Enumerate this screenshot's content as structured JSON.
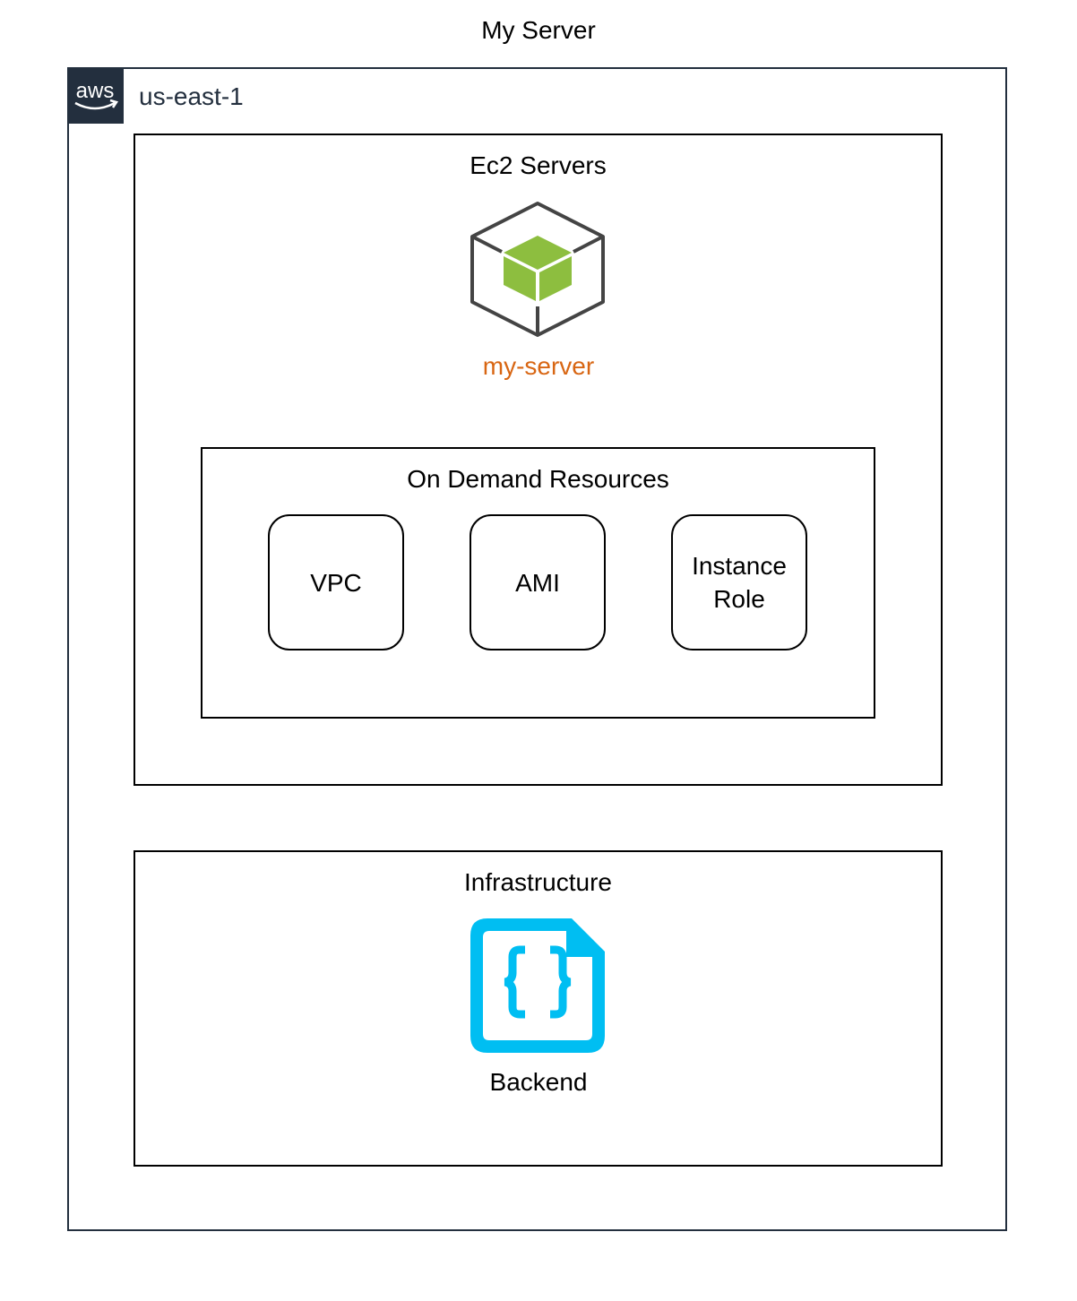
{
  "diagram": {
    "title": "My Server",
    "region": {
      "label": "us-east-1",
      "logo_text": "aws",
      "border_color": "#232f3e"
    },
    "groups": {
      "ec2": {
        "label": "Ec2 Servers",
        "instance": {
          "icon": "ec2-instance-icon",
          "label": "my-server",
          "label_color": "#d86613",
          "icon_color": "#8dbe3f"
        },
        "on_demand": {
          "label": "On Demand Resources",
          "resources": [
            {
              "label": "VPC"
            },
            {
              "label": "AMI"
            },
            {
              "label": "Instance Role"
            }
          ]
        }
      },
      "infrastructure": {
        "label": "Infrastructure",
        "item": {
          "icon": "json-file-icon",
          "label": "Backend",
          "icon_color": "#00bef2"
        }
      }
    }
  }
}
